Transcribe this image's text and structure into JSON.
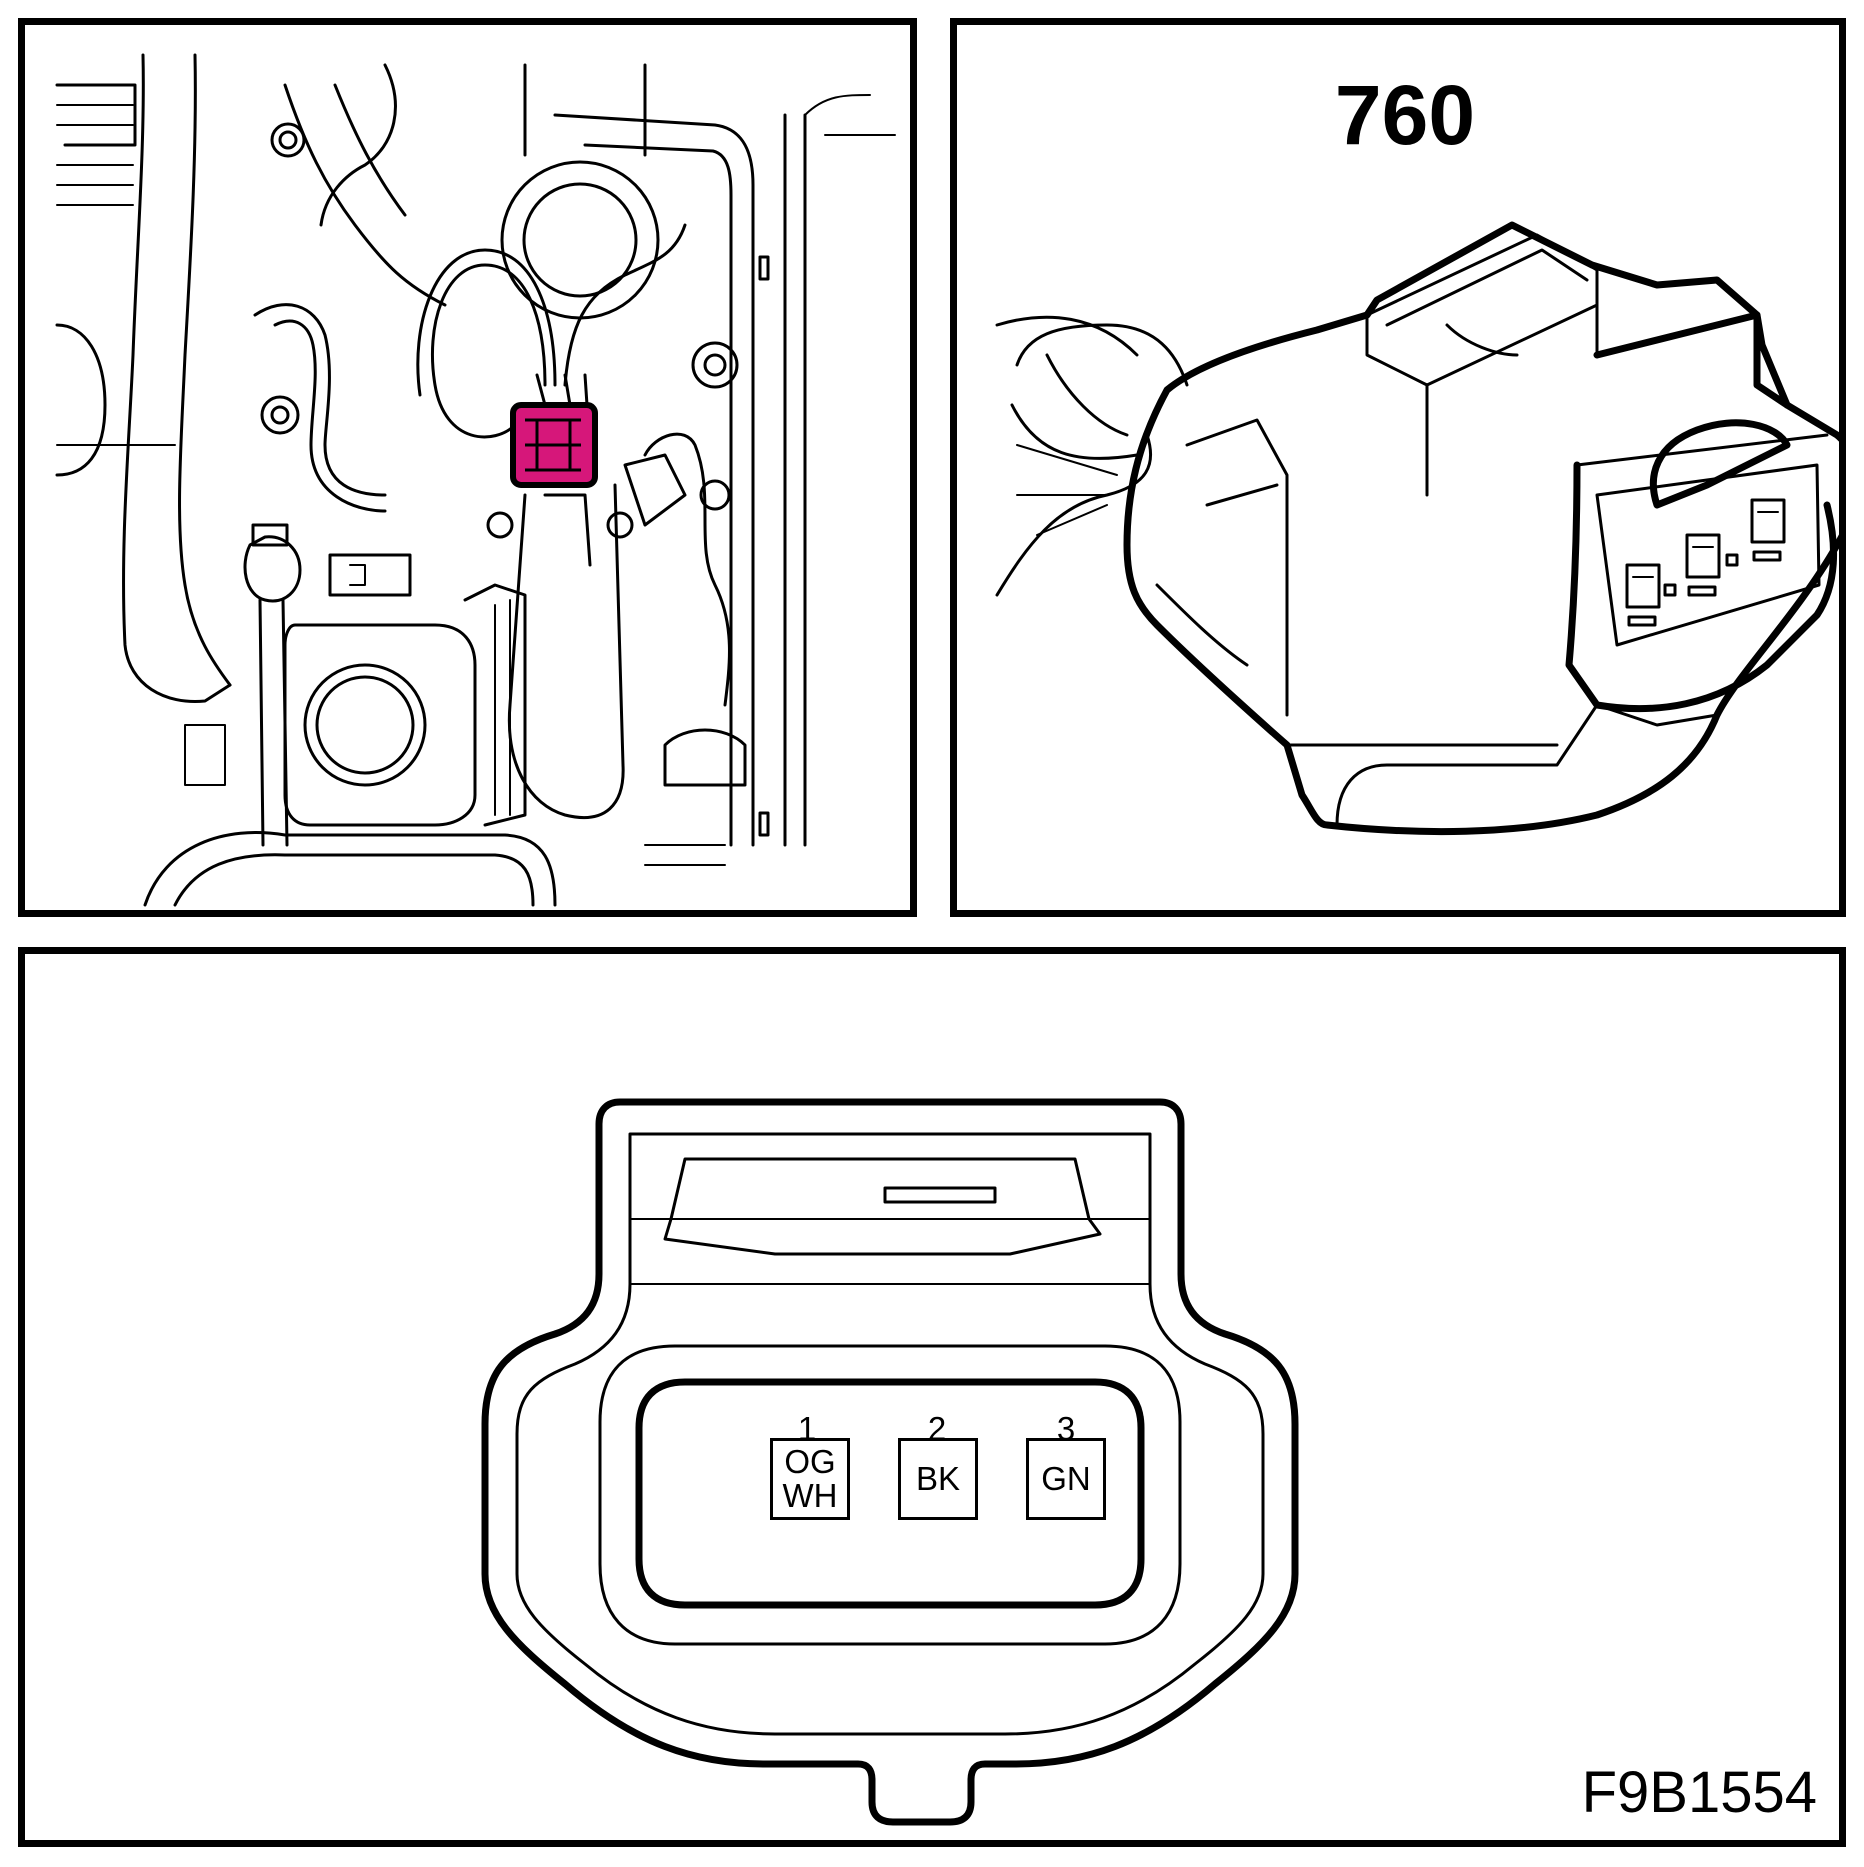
{
  "connector": {
    "number": "760",
    "highlight_color": "#d6177a",
    "pins": [
      {
        "number": "1",
        "wire_color": "OG\nWH"
      },
      {
        "number": "2",
        "wire_color": "BK"
      },
      {
        "number": "3",
        "wire_color": "GN"
      }
    ]
  },
  "figure_id": "F9B1554",
  "icons": {
    "engine_location": "engine-bay-line-drawing",
    "connector_view": "3-pin-connector-perspective",
    "connector_face": "connector-pin-face"
  }
}
